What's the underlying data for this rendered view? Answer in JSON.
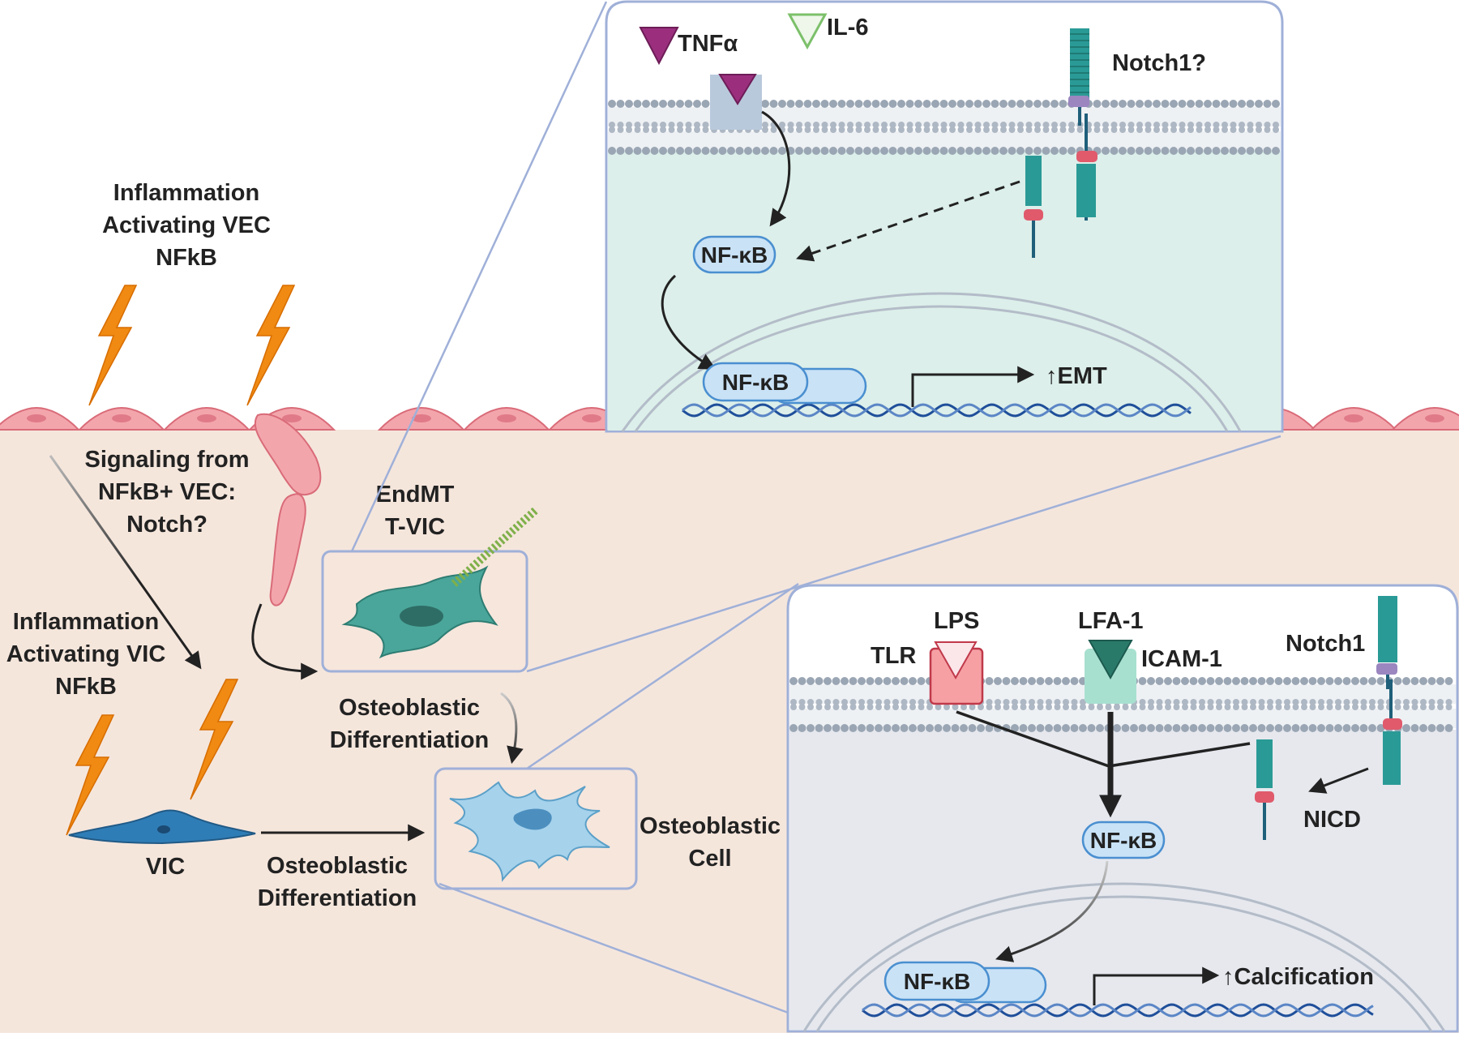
{
  "colors": {
    "tissue": "#f5e6dc",
    "endothelial": "#f3a5ac",
    "endothelial_stroke": "#d96b78",
    "bolt": "#f08a12",
    "panel_border": "#9fb0d8",
    "upper_panel_fill": "#dcefea",
    "lower_panel_fill": "#e6e8ee",
    "membrane": "#9aa6b4",
    "nfkb_fill": "#c9e2f6",
    "nfkb_stroke": "#4a8fd0",
    "dna_blue": "#1f4f9a",
    "tnf": "#9b2f7e",
    "il6": "#7cc06a",
    "notch": "#2a9a96",
    "tlr": "#f6a0a4",
    "icam": "#a8e0d0",
    "lfa": "#2a7a6a",
    "tvic": "#4aa69a",
    "osteo": "#8fc6e6",
    "vic": "#2f7db6"
  },
  "icons": {
    "lightning": "lightning-bolt-icon",
    "membrane": "lipid-bilayer",
    "dna": "dna-helix-icon",
    "receptor": "receptor-icon"
  },
  "left": {
    "inflammation_vec": [
      "Inflammation",
      "Activating VEC",
      "NFkB"
    ],
    "signaling": [
      "Signaling from",
      "NFkB+ VEC:",
      "Notch?"
    ],
    "inflammation_vic": [
      "Inflammation",
      "Activating VIC",
      "NFkB"
    ],
    "endmt": [
      "EndMT",
      "T-VIC"
    ],
    "osteo_diff_1": [
      "Osteoblastic",
      "Differentiation"
    ],
    "osteo_diff_2": [
      "Osteoblastic",
      "Differentiation"
    ],
    "osteo_cell": [
      "Osteoblastic",
      "Cell"
    ],
    "vic": "VIC"
  },
  "upper_panel": {
    "tnfa": "TNFα",
    "il6": "IL-6",
    "notch1": "Notch1?",
    "nfkb_cyto": "NF-κB",
    "nfkb_nuc": "NF-κB",
    "emt": "↑EMT"
  },
  "lower_panel": {
    "lps": "LPS",
    "tlr": "TLR",
    "lfa1": "LFA-1",
    "icam1": "ICAM-1",
    "notch1": "Notch1",
    "nicd": "NICD",
    "nfkb_cyto": "NF-κB",
    "nfkb_nuc": "NF-κB",
    "calcification": "↑Calcification"
  }
}
